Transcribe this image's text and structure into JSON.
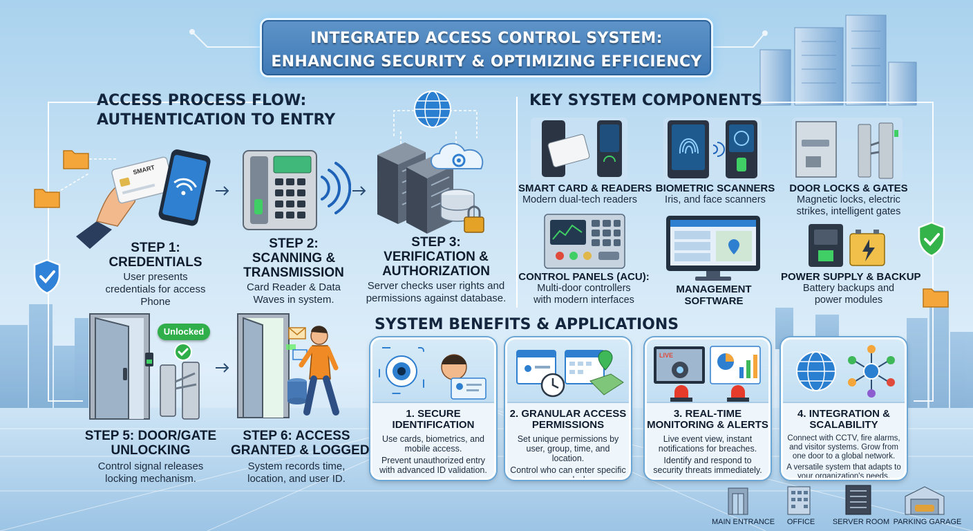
{
  "title": {
    "line1": "INTEGRATED ACCESS CONTROL SYSTEM:",
    "line2": "ENHANCING SECURITY & OPTIMIZING EFFICIENCY"
  },
  "process": {
    "heading_line1": "ACCESS PROCESS FLOW:",
    "heading_line2": "AUTHENTICATION TO ENTRY",
    "card_label": "SMART",
    "unlocked_badge": "Unlocked",
    "steps": [
      {
        "title_line1": "STEP 1:",
        "title_line2": "CREDENTIALS",
        "desc": "User presents credentials for access Phone"
      },
      {
        "title_line1": "STEP 2:",
        "title_line2": "SCANNING &",
        "title_line3": "TRANSMISSION",
        "desc": "Card Reader & Data Waves in system."
      },
      {
        "title_line1": "STEP 3:",
        "title_line2": "VERIFICATION &",
        "title_line3": "AUTHORIZATION",
        "desc": "Server checks user rights and permissions against database."
      },
      {
        "title_line1": "STEP 5: DOOR/GATE",
        "title_line2": "UNLOCKING",
        "desc": "Control signal releases locking mechanism."
      },
      {
        "title_line1": "STEP 6: ACCESS",
        "title_line2": "GRANTED & LOGGED",
        "desc": "System records time, location, and user ID."
      }
    ]
  },
  "components": {
    "heading": "KEY SYSTEM COMPONENTS",
    "items": [
      {
        "title": "SMART CARD & READERS",
        "desc": "Modern dual-tech readers"
      },
      {
        "title": "BIOMETRIC SCANNERS",
        "desc": "Iris, and face scanners"
      },
      {
        "title": "DOOR LOCKS & GATES",
        "desc": "Magnetic locks, electric strikes, intelligent gates"
      },
      {
        "title": "CONTROL PANELS (ACU):",
        "desc": "Multi-door controllers with modern interfaces"
      },
      {
        "title": "MANAGEMENT",
        "title_line2": "SOFTWARE",
        "desc": ""
      },
      {
        "title": "POWER SUPPLY & BACKUP",
        "desc": "Battery backups and power modules"
      }
    ]
  },
  "benefits": {
    "heading": "SYSTEM BENEFITS & APPLICATIONS",
    "live_label": "LIVE",
    "items": [
      {
        "title_line1": "1. SECURE",
        "title_line2": "IDENTIFICATION",
        "desc1": "Use cards, biometrics, and mobile access.",
        "desc2": "Prevent unauthorized entry with advanced ID validation."
      },
      {
        "title_line1": "2. GRANULAR ACCESS",
        "title_line2": "PERMISSIONS",
        "desc1": "Set unique permissions by user, group, time, and location.",
        "desc2": "Control who can enter specific areas and when."
      },
      {
        "title_line1": "3. REAL-TIME",
        "title_line2": "MONITORING & ALERTS",
        "desc1": "Live event view, instant notifications for breaches.",
        "desc2": "Identify and respond to security threats immediately."
      },
      {
        "title_line1": "4. INTEGRATION &",
        "title_line2": "SCALABILITY",
        "desc1": "Connect with CCTV, fire alarms, and visitor systems. Grow from one door to a global network.",
        "desc2": "A versatile system that adapts to your organization's needs."
      }
    ]
  },
  "locations": [
    "MAIN ENTRANCE",
    "OFFICE",
    "SERVER ROOM",
    "PARKING GARAGE"
  ],
  "colors": {
    "title_bg": "#3f79b6",
    "accent_blue": "#2f7fd0",
    "shield_blue": "#2f82d8",
    "shield_green": "#33b34a",
    "badge_green": "#2fae4a",
    "folder_orange": "#f4a63a"
  }
}
